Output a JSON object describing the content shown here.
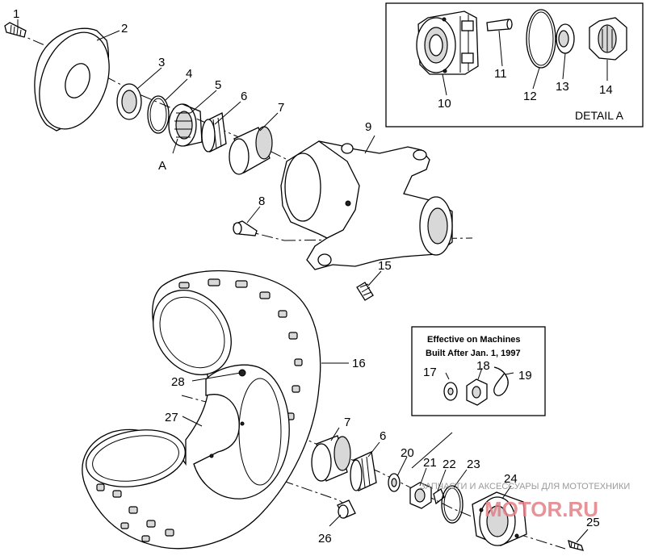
{
  "callouts": [
    {
      "id": "1",
      "label": "1"
    },
    {
      "id": "2",
      "label": "2"
    },
    {
      "id": "3",
      "label": "3"
    },
    {
      "id": "4",
      "label": "4"
    },
    {
      "id": "5",
      "label": "5"
    },
    {
      "id": "6a",
      "label": "6"
    },
    {
      "id": "7a",
      "label": "7"
    },
    {
      "id": "A",
      "label": "A"
    },
    {
      "id": "8",
      "label": "8"
    },
    {
      "id": "9",
      "label": "9"
    },
    {
      "id": "10",
      "label": "10"
    },
    {
      "id": "11",
      "label": "11"
    },
    {
      "id": "12",
      "label": "12"
    },
    {
      "id": "13",
      "label": "13"
    },
    {
      "id": "14",
      "label": "14"
    },
    {
      "id": "15",
      "label": "15"
    },
    {
      "id": "16",
      "label": "16"
    },
    {
      "id": "17",
      "label": "17"
    },
    {
      "id": "18",
      "label": "18"
    },
    {
      "id": "19",
      "label": "19"
    },
    {
      "id": "20",
      "label": "20"
    },
    {
      "id": "21",
      "label": "21"
    },
    {
      "id": "22",
      "label": "22"
    },
    {
      "id": "23",
      "label": "23"
    },
    {
      "id": "24",
      "label": "24"
    },
    {
      "id": "25",
      "label": "25"
    },
    {
      "id": "26",
      "label": "26"
    },
    {
      "id": "27",
      "label": "27"
    },
    {
      "id": "28",
      "label": "28"
    },
    {
      "id": "7b",
      "label": "7"
    },
    {
      "id": "6b",
      "label": "6"
    }
  ],
  "detail_box": {
    "label": "DETAIL A"
  },
  "note_box": {
    "line1": "Effective on Machines",
    "line2": "Built After Jan. 1, 1997"
  },
  "watermark": {
    "text": "ЗАПЧАСТИ И АКСЕССУАРЫ ДЛЯ МОТОТЕХНИКИ",
    "logo": "MOTOR.RU"
  }
}
